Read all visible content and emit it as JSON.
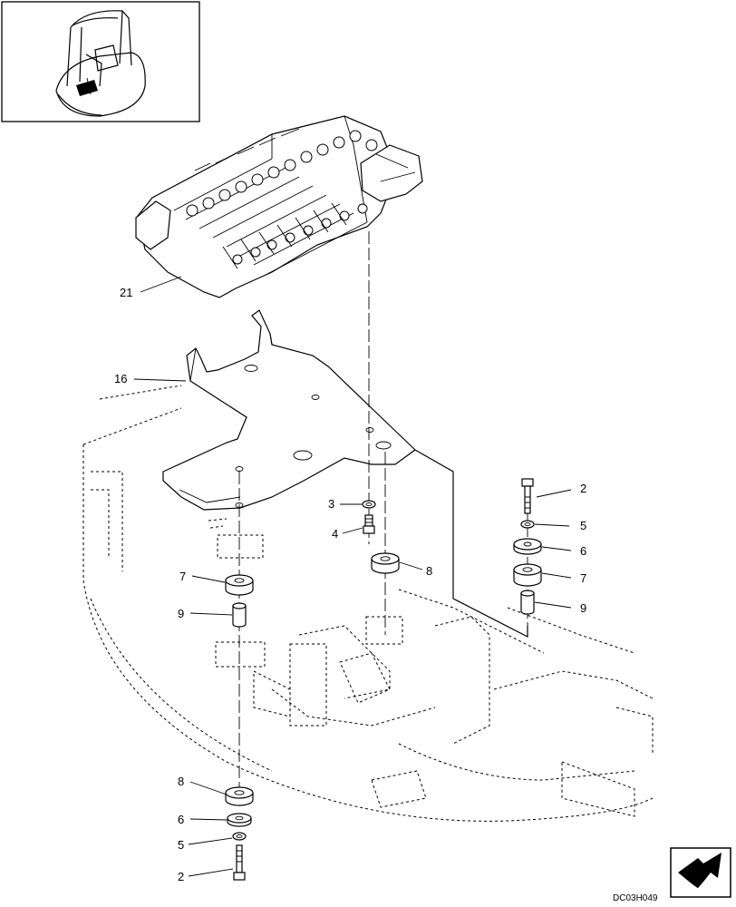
{
  "callouts": {
    "valve_block": "21",
    "bracket": "16",
    "bolt_top_right": "2",
    "washer_top_right": "5",
    "plate_washer_top_right": "6",
    "mount_top_right": "7",
    "sleeve_top_right": "9",
    "washer_center": "3",
    "bolt_center": "4",
    "mount_center": "8",
    "mount_left": "7",
    "sleeve_left": "9",
    "mount_bottom": "8",
    "plate_washer_bottom": "6",
    "washer_bottom": "5",
    "bolt_bottom": "2"
  },
  "drawing_code": "DC03H049",
  "icons": {
    "locator": "excavator-locator-icon",
    "navigation": "next-page-arrow-icon"
  }
}
